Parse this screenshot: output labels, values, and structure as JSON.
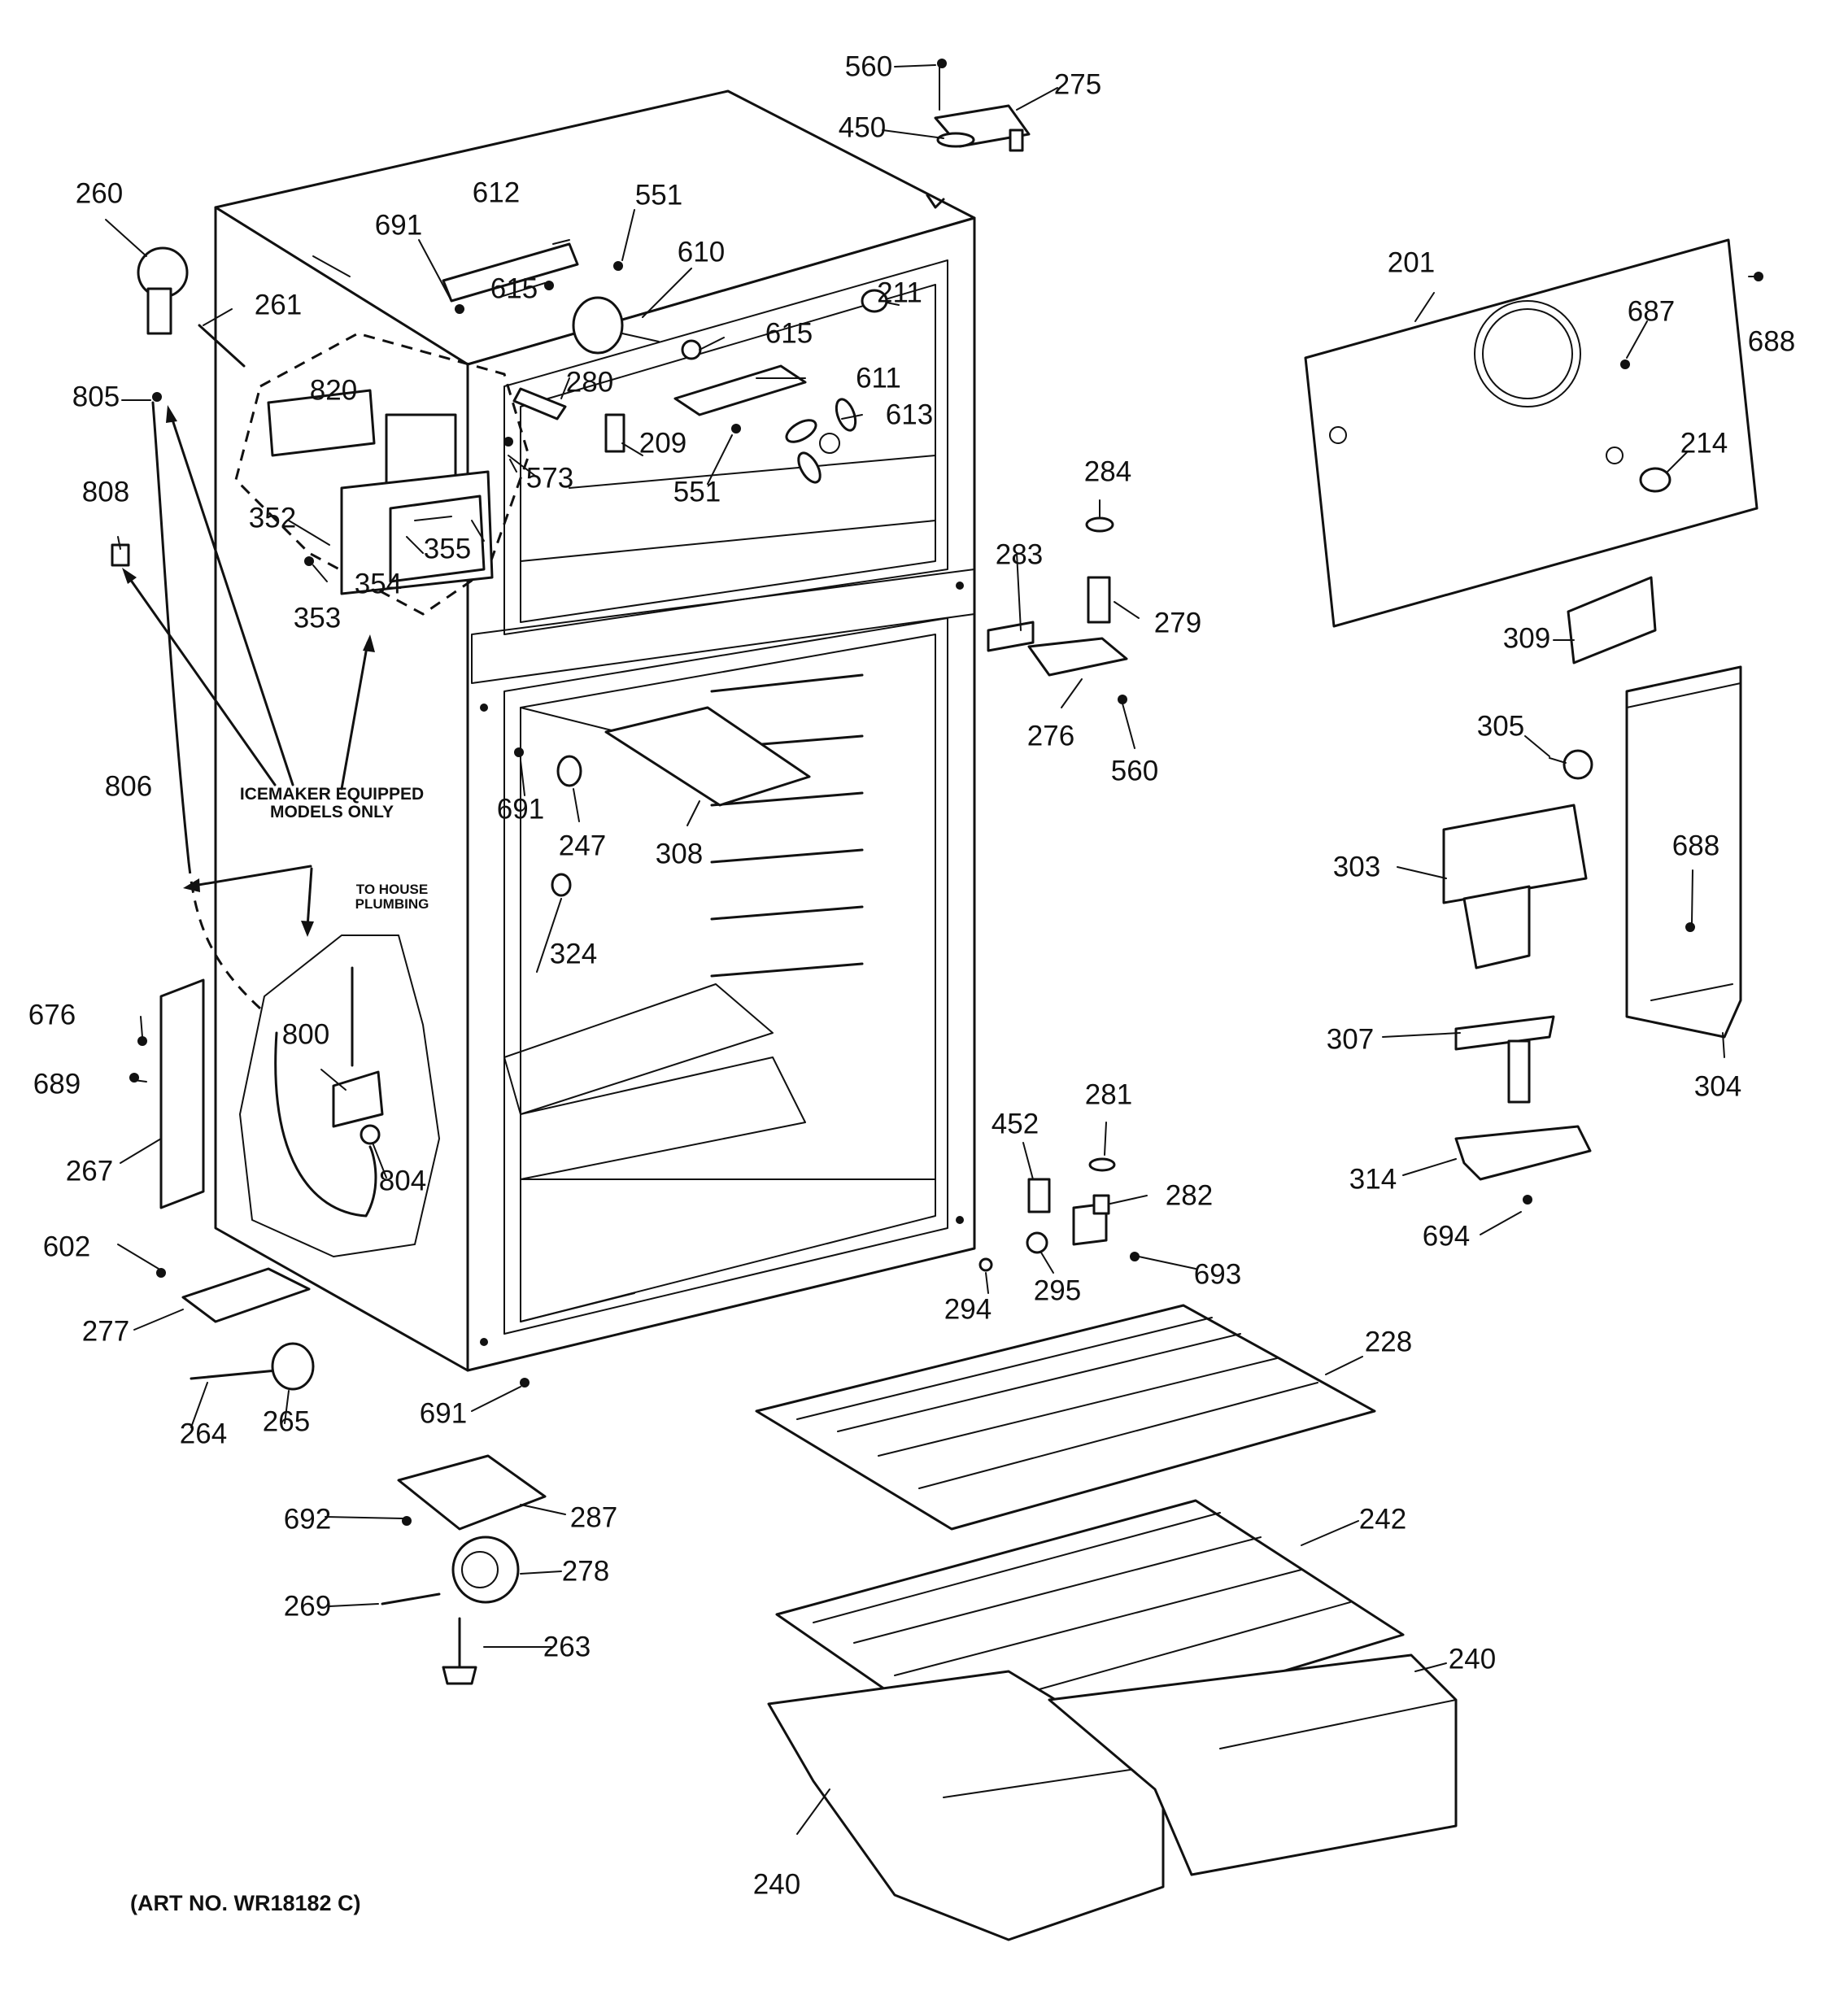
{
  "labels": {
    "p201": "201",
    "p209": "209",
    "p211": "211",
    "p214": "214",
    "p228": "228",
    "p240a": "240",
    "p240b": "240",
    "p242": "242",
    "p247": "247",
    "p260": "260",
    "p261": "261",
    "p263": "263",
    "p264": "264",
    "p265": "265",
    "p267": "267",
    "p269": "269",
    "p275": "275",
    "p276": "276",
    "p277": "277",
    "p278": "278",
    "p279": "279",
    "p280": "280",
    "p281": "281",
    "p282": "282",
    "p283": "283",
    "p284": "284",
    "p287": "287",
    "p294": "294",
    "p295": "295",
    "p303": "303",
    "p304": "304",
    "p305": "305",
    "p307": "307",
    "p308": "308",
    "p309": "309",
    "p314": "314",
    "p324": "324",
    "p352": "352",
    "p353": "353",
    "p354": "354",
    "p355": "355",
    "p450": "450",
    "p452": "452",
    "p551a": "551",
    "p551b": "551",
    "p560a": "560",
    "p560b": "560",
    "p573": "573",
    "p602": "602",
    "p610": "610",
    "p611": "611",
    "p612": "612",
    "p613": "613",
    "p615a": "615",
    "p615b": "615",
    "p676": "676",
    "p687": "687",
    "p688a": "688",
    "p688b": "688",
    "p689": "689",
    "p691a": "691",
    "p691b": "691",
    "p691c": "691",
    "p692": "692",
    "p693": "693",
    "p694": "694",
    "p800": "800",
    "p804": "804",
    "p805": "805",
    "p806": "806",
    "p808": "808",
    "p820": "820"
  },
  "notes": {
    "icemaker_line1": "ICEMAKER EQUIPPED",
    "icemaker_line2": "MODELS ONLY",
    "plumbing_line1": "TO HOUSE",
    "plumbing_line2": "PLUMBING"
  },
  "art_number": "(ART NO. WR18182 C)"
}
